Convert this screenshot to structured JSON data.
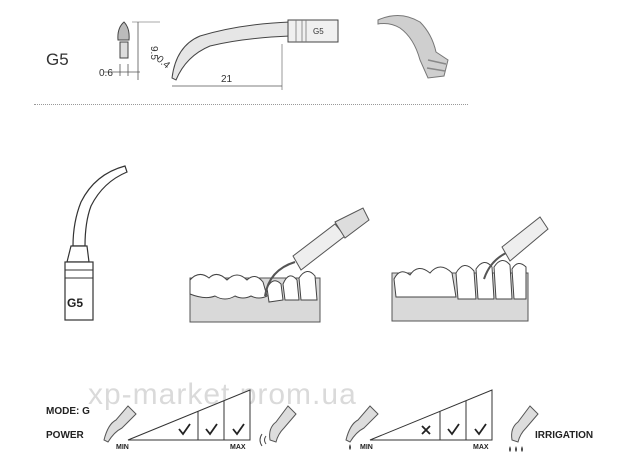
{
  "model": "G5",
  "tip_engraving": "G5",
  "body_engraving": "G5",
  "dimensions": {
    "tip_width": "0.6",
    "height": "9.5",
    "tip_offset": "0.4",
    "length": "21"
  },
  "labels": {
    "mode": "MODE: G",
    "power": "POWER",
    "irrigation": "IRRIGATION",
    "min": "MIN",
    "max": "MAX"
  },
  "power_levels": [
    {
      "mark": "check"
    },
    {
      "mark": "check"
    },
    {
      "mark": "check"
    }
  ],
  "irrigation_levels": [
    {
      "mark": "cross"
    },
    {
      "mark": "check"
    },
    {
      "mark": "check"
    }
  ],
  "watermark": "xp-market.prom.ua",
  "colors": {
    "line": "#333333",
    "gum": "#d9d9d9",
    "metal": "#9a9a9a"
  }
}
